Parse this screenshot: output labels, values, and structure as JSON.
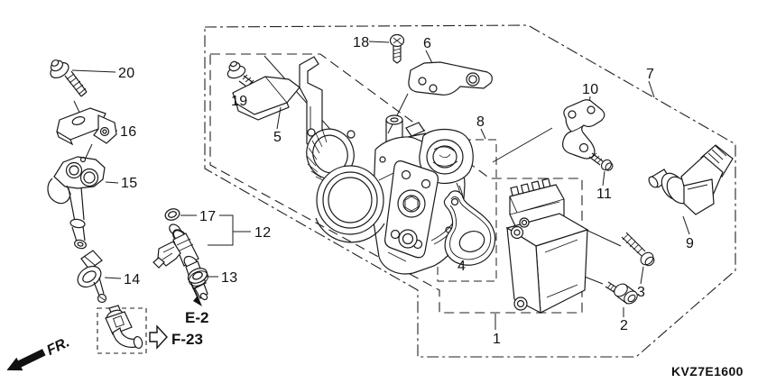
{
  "diagram": {
    "part_code": "KVZ7E1600",
    "front_marker": "FR.",
    "cross_references": {
      "e2": "E-2",
      "f23": "F-23"
    },
    "part_labels": {
      "1": "1",
      "2": "2",
      "3": "3",
      "4": "4",
      "5": "5",
      "6": "6",
      "7": "7",
      "8": "8",
      "9": "9",
      "10": "10",
      "11": "11",
      "12": "12",
      "13": "13",
      "14": "14",
      "15": "15",
      "16": "16",
      "17": "17",
      "18": "18",
      "19": "19",
      "20": "20"
    }
  }
}
